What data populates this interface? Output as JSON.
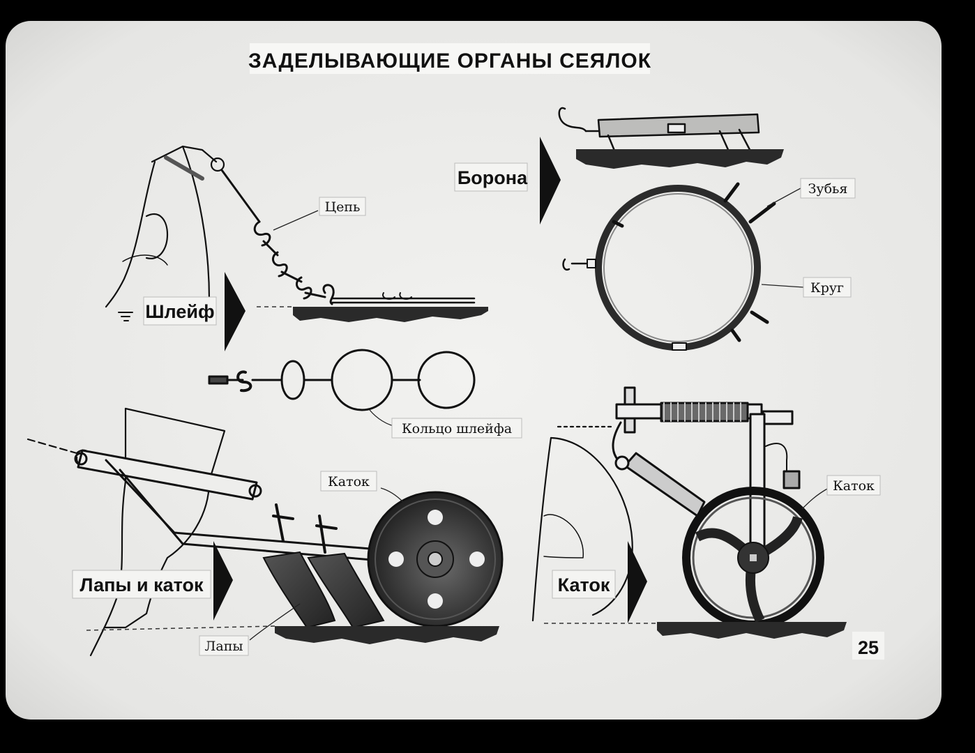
{
  "title": "ЗАДЕЛЫВАЮЩИЕ ОРГАНЫ СЕЯЛОК",
  "page_number": "25",
  "sections": {
    "shleif": {
      "heading": "Шлейф",
      "labels": {
        "chain": "Цепь",
        "ring": "Кольцо шлейфа"
      }
    },
    "borona": {
      "heading": "Борона",
      "labels": {
        "teeth": "Зубья",
        "circle": "Круг"
      }
    },
    "lapy": {
      "heading": "Лапы и каток",
      "labels": {
        "roller": "Каток",
        "tines": "Лапы"
      }
    },
    "katok": {
      "heading": "Каток",
      "labels": {
        "roller": "Каток"
      }
    }
  },
  "colors": {
    "background": "#000000",
    "card": "#eeeeec",
    "ink": "#111111"
  }
}
